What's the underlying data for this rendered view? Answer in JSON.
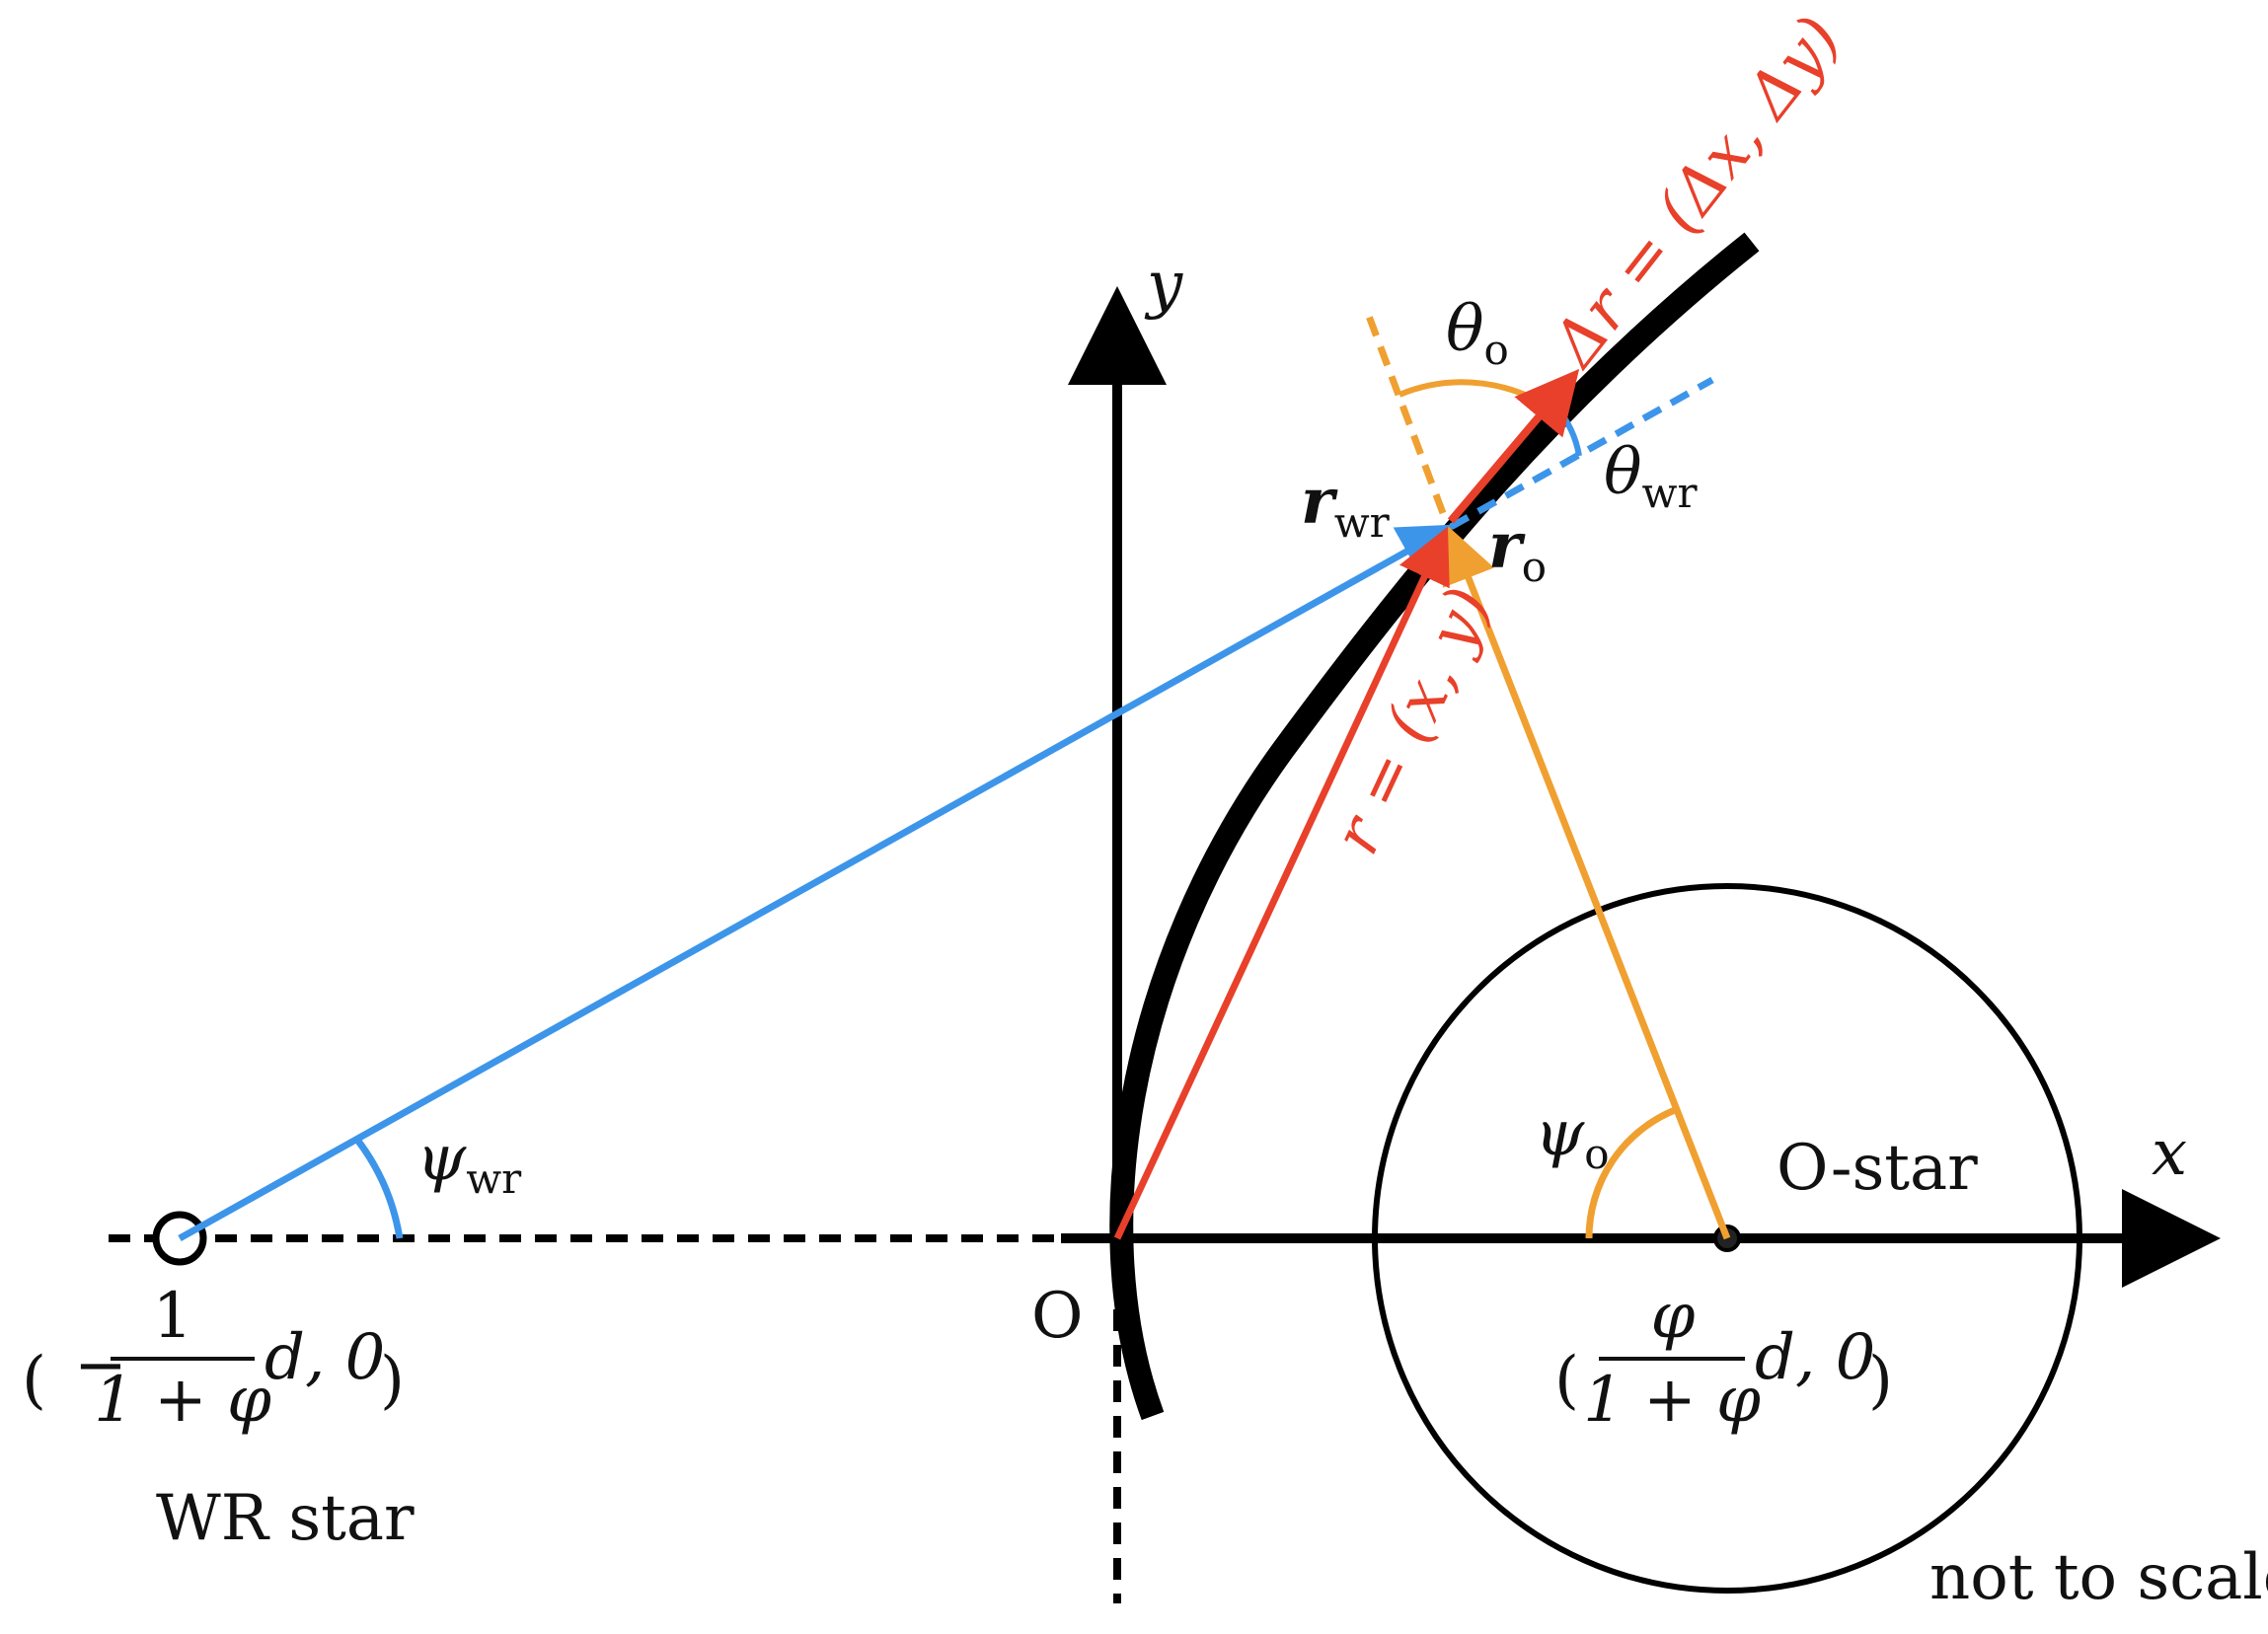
{
  "labels": {
    "axis_x": "x",
    "axis_y": "y",
    "origin": "O",
    "wr_star": "WR star",
    "o_star": "O-star",
    "not_to_scale": "not to scale",
    "wr_coord_num": "1",
    "wr_coord_den": "1 + φ",
    "wr_coord_sign": "−",
    "wr_coord_tail": "d, 0",
    "o_coord_num": "φ",
    "o_coord_den": "1 + φ",
    "o_coord_tail": "d, 0",
    "psi_wr_main": "ψ",
    "psi_wr_sub": "wr",
    "psi_o_main": "ψ",
    "psi_o_sub": "o",
    "theta_o_main": "θ",
    "theta_o_sub": "o",
    "theta_wr_main": "θ",
    "theta_wr_sub": "wr",
    "r_wr_main": "r",
    "r_wr_sub": "wr",
    "r_o_main": "r",
    "r_o_sub": "o",
    "r_vector": "r = (x, y)",
    "delta_r": "Δr = (Δx, Δy)"
  },
  "colors": {
    "blue": "#3d95ea",
    "orange": "#f0a030",
    "red": "#e8402a",
    "black": "#000000"
  }
}
